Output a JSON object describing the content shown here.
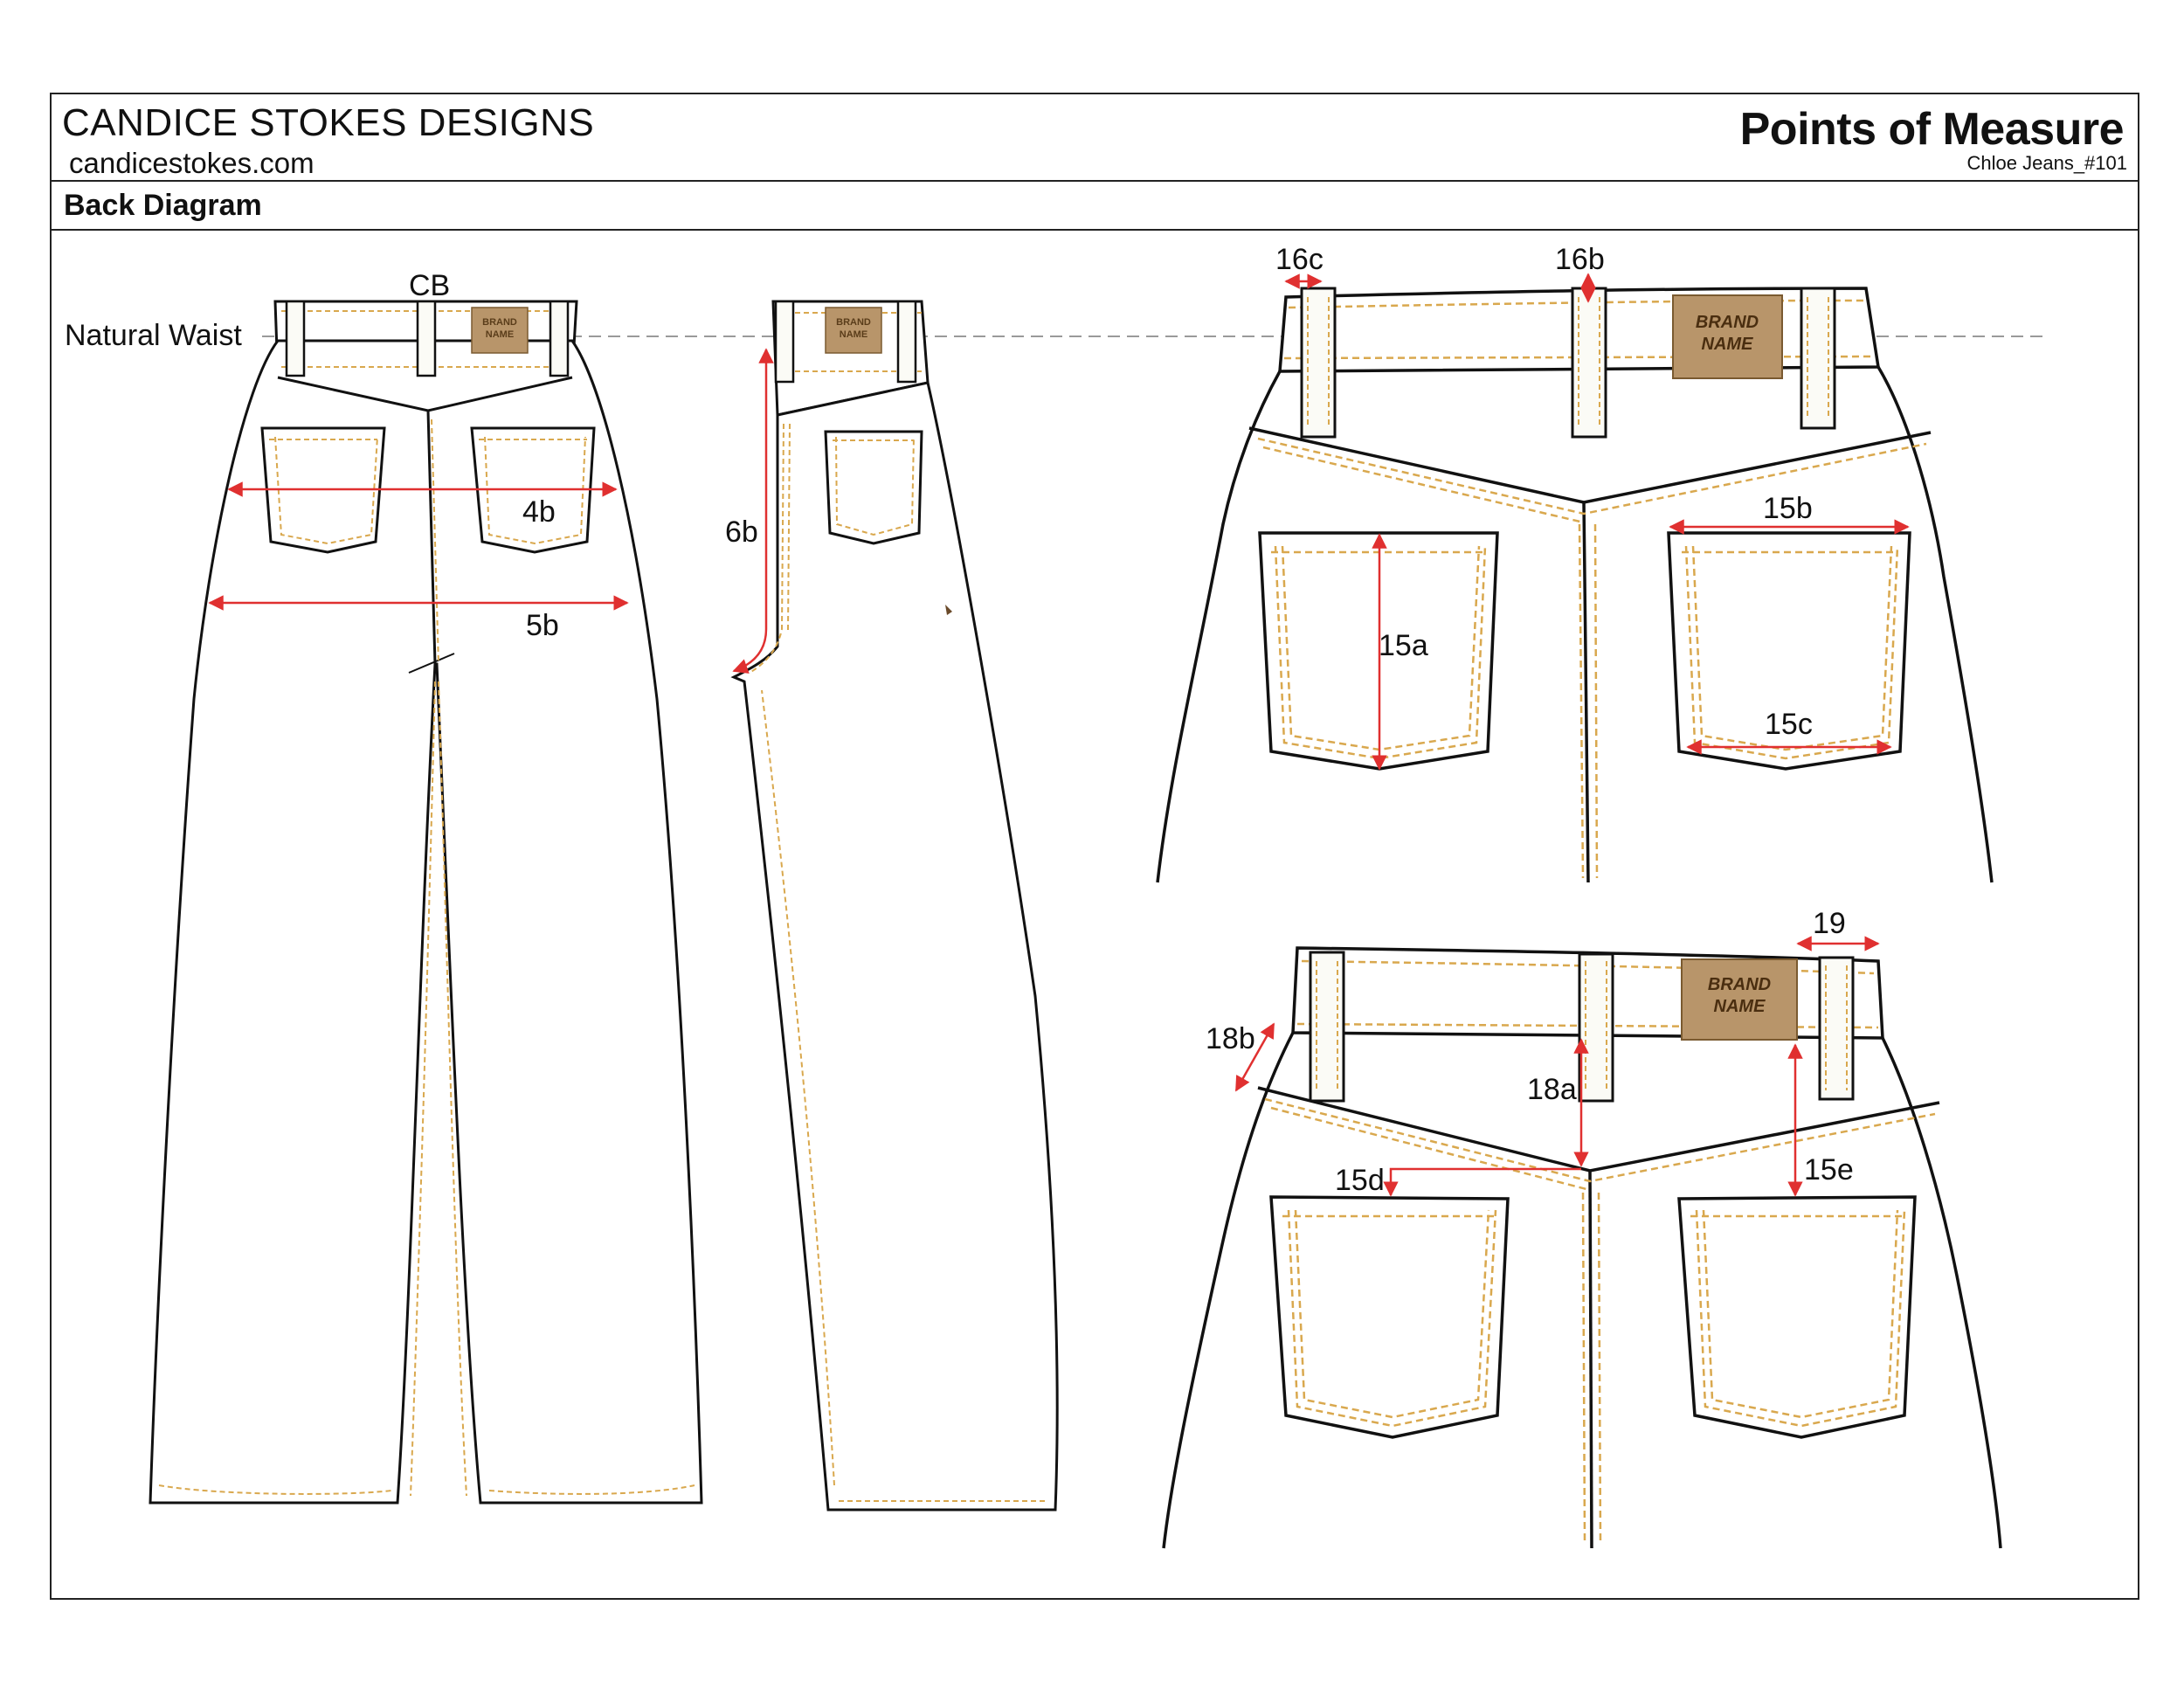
{
  "header": {
    "company": "CANDICE STOKES DESIGNS",
    "website": "candicestokes.com",
    "title": "Points of Measure",
    "style_number": "Chloe Jeans_#101"
  },
  "section": {
    "title": "Back Diagram"
  },
  "labels": {
    "cb": "CB",
    "natural_waist": "Natural Waist",
    "m4b": "4b",
    "m5b": "5b",
    "m6b": "6b",
    "m16c": "16c",
    "m16b": "16b",
    "m15a": "15a",
    "m15b": "15b",
    "m15c": "15c",
    "m19": "19",
    "m18b": "18b",
    "m18a": "18a",
    "m15d": "15d",
    "m15e": "15e"
  },
  "patch": {
    "line1": "BRAND",
    "line2": "NAME"
  },
  "colors": {
    "outline": "#111111",
    "stitch": "#d9a84e",
    "measure": "#e03030",
    "patch": "#b8956a",
    "waist_line": "#9a9a9a"
  }
}
